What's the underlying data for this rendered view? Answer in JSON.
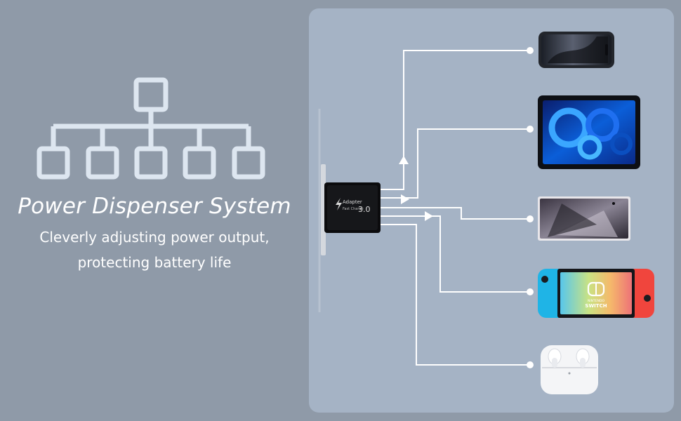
{
  "heading": {
    "title": "Power Dispenser System",
    "subtitle_line1": "Cleverly adjusting power output,",
    "subtitle_line2": "protecting battery life"
  },
  "charger": {
    "label_line1": "Adapter",
    "label_line2": "Fast Charge",
    "version": "3.0"
  },
  "devices": {
    "console_brand_top": "NINTENDO",
    "console_brand_bottom": "SWITCH"
  },
  "icons": {
    "hierarchy": "hierarchy-tree-icon"
  },
  "colors": {
    "background": "#8f9aa8",
    "panel": "#a5b3c5",
    "wire": "#ffffff",
    "tree": "#dde6f0",
    "joycon_left": "#1fb4e6",
    "joycon_right": "#f0453d"
  }
}
